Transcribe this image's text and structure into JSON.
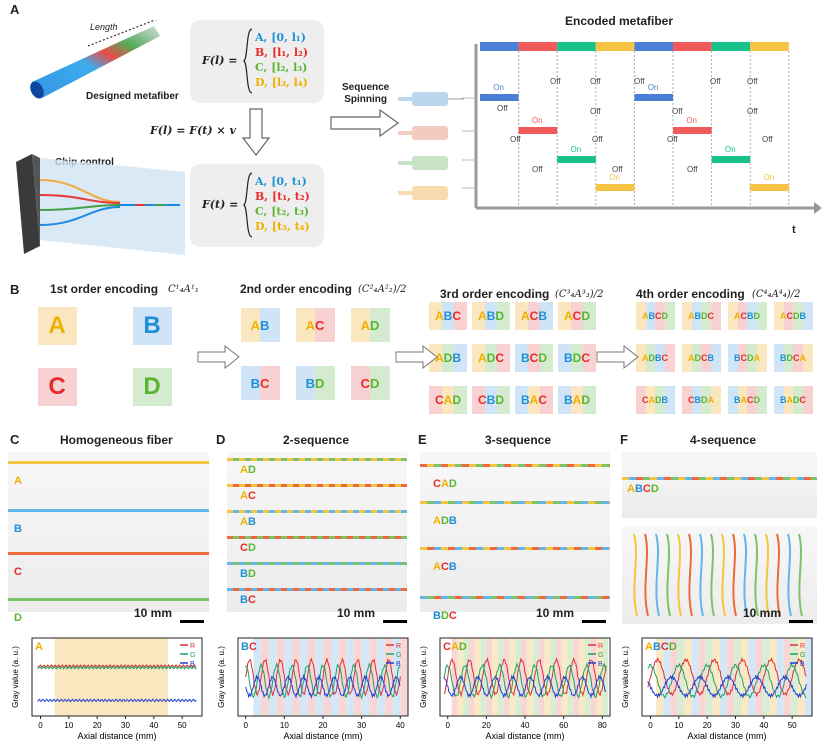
{
  "panel_labels": {
    "a": "A",
    "b": "B",
    "c": "C",
    "d": "D",
    "e": "E",
    "f": "F"
  },
  "panel_a": {
    "length_label": "Length",
    "designed_label": "Designed metafiber",
    "chip_label": "Chip control",
    "eq_Fl": "F(l) =",
    "eq_Fl_cases": [
      "A, [0, l₁)",
      "B, [l₁, l₂)",
      "C, [l₂, l₃)",
      "D, [l₃, l₄)"
    ],
    "eq_relation": "F(l) = F(t) × v",
    "eq_Ft": "F(t) =",
    "eq_Ft_cases": [
      "A, [0, t₁)",
      "B, [t₁, t₂)",
      "C, [t₂, t₃)",
      "D, [t₃, t₄)"
    ],
    "sequence_label_1": "Sequence",
    "sequence_label_2": "Spinning",
    "encoded_title": "Encoded metafiber",
    "time_axis": "t",
    "on": "On",
    "off": "Off",
    "colors": {
      "blue": "#4b7fd6",
      "red": "#f15a5a",
      "green": "#18c28a",
      "yellow": "#f6c342"
    }
  },
  "panel_b": {
    "first_title": "1st order encoding",
    "first_formula": "C¹₄A¹₁",
    "second_title": "2nd order encoding",
    "second_formula": "(C²₄A²₂)/2",
    "third_title": "3rd order encoding",
    "third_formula": "(C³₄A³₃)/2",
    "fourth_title": "4th order encoding",
    "fourth_formula": "(C⁴₄A⁴₄)/2",
    "first": [
      "A",
      "B",
      "C",
      "D"
    ],
    "second": [
      "AB",
      "AC",
      "AD",
      "BC",
      "BD",
      "CD"
    ],
    "third": [
      "ABC",
      "ABD",
      "ACB",
      "ACD",
      "ADB",
      "ADC",
      "BCD",
      "BDC",
      "CAD",
      "CBD",
      "BAC",
      "BAD"
    ],
    "fourth": [
      "ABCD",
      "ABDC",
      "ACBD",
      "ACDB",
      "ADBC",
      "ADCB",
      "BCDA",
      "BDCA",
      "CADB",
      "CBDA",
      "BACD",
      "BADC"
    ]
  },
  "panel_c": {
    "title": "Homogeneous fiber",
    "fibers": [
      "A",
      "B",
      "C",
      "D"
    ],
    "scale": "10 mm",
    "tag": "A",
    "region": "A"
  },
  "panel_d": {
    "title": "2-sequence",
    "fibers": [
      "AD",
      "AC",
      "AB",
      "CD",
      "BD",
      "BC"
    ],
    "scale": "10 mm",
    "tag": "BC",
    "regions": [
      "B",
      "C"
    ]
  },
  "panel_e": {
    "title": "3-sequence",
    "fibers": [
      "CAD",
      "ADB",
      "ACB",
      "BDC"
    ],
    "scale": "10 mm",
    "tag": "CAD",
    "regions": [
      "C",
      "A",
      "D"
    ]
  },
  "panel_f": {
    "title": "4-sequence",
    "fibers": [
      "ABCD"
    ],
    "scale": "10 mm",
    "tag": "ABCD",
    "regions": [
      "A",
      "B",
      "C",
      "D"
    ]
  },
  "plot_axes": {
    "ylabel": "Gray value (a. u.)",
    "xlabel": "Axial distance (mm)"
  },
  "chart_data": [
    {
      "type": "line",
      "title": "",
      "xlabel": "Axial distance (mm)",
      "ylabel": "Gray value (a. u.)",
      "x_ticks": [
        0,
        10,
        20,
        30,
        40,
        50
      ],
      "xlim": [
        -3,
        57
      ],
      "series": [
        {
          "name": "R",
          "color": "#e03030",
          "level": 0.66
        },
        {
          "name": "G",
          "color": "#20a060",
          "level": 0.64
        },
        {
          "name": "B",
          "color": "#2040d0",
          "level": 0.2
        }
      ]
    },
    {
      "type": "line",
      "title": "",
      "xlabel": "Axial distance (mm)",
      "ylabel": "Gray value (a. u.)",
      "x_ticks": [
        0,
        10,
        20,
        30,
        40
      ],
      "xlim": [
        -2,
        42
      ],
      "series": [
        {
          "name": "R",
          "color": "#e03030"
        },
        {
          "name": "G",
          "color": "#20a060"
        },
        {
          "name": "B",
          "color": "#2040d0"
        }
      ]
    },
    {
      "type": "line",
      "title": "",
      "xlabel": "Axial distance (mm)",
      "ylabel": "Gray value (a. u.)",
      "x_ticks": [
        0,
        20,
        40,
        60,
        80
      ],
      "xlim": [
        -4,
        84
      ],
      "series": [
        {
          "name": "R",
          "color": "#e03030"
        },
        {
          "name": "G",
          "color": "#20a060"
        },
        {
          "name": "B",
          "color": "#2040d0"
        }
      ]
    },
    {
      "type": "line",
      "title": "",
      "xlabel": "Axial distance (mm)",
      "ylabel": "Gray value (a. u.)",
      "x_ticks": [
        0,
        10,
        20,
        30,
        40,
        50
      ],
      "xlim": [
        -3,
        57
      ],
      "series": [
        {
          "name": "R",
          "color": "#e03030"
        },
        {
          "name": "G",
          "color": "#20a060"
        },
        {
          "name": "B",
          "color": "#2040d0"
        }
      ]
    }
  ]
}
